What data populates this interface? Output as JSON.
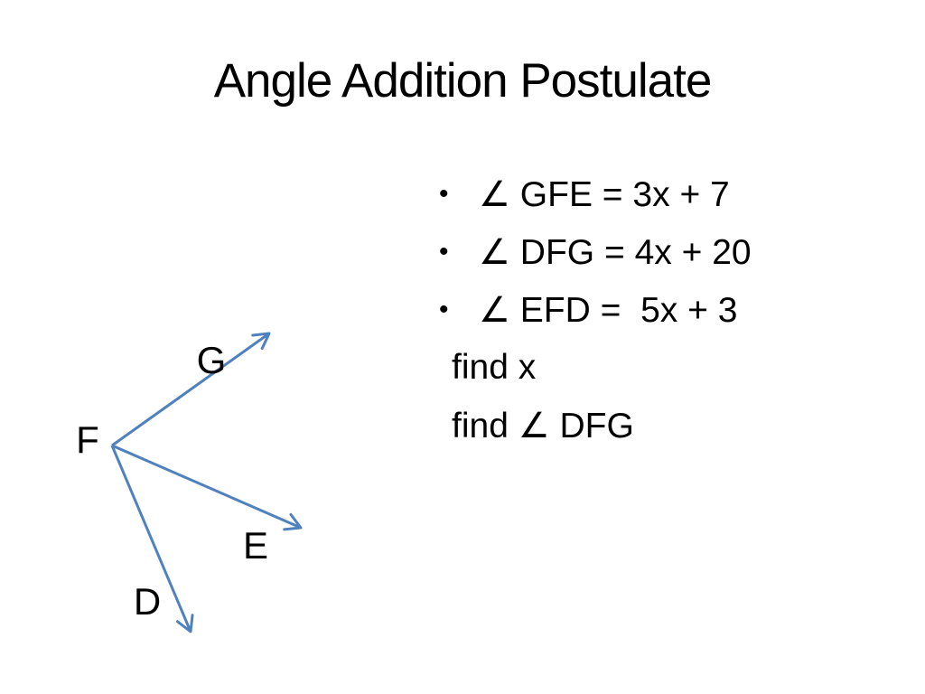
{
  "slide": {
    "title": "Angle Addition Postulate",
    "bullet_char": "•",
    "bullets": [
      {
        "text": "∠ GFE = 3x + 7"
      },
      {
        "text": "∠ DFG = 4x + 20"
      },
      {
        "text": "∠ EFD =  5x + 3"
      }
    ],
    "tasks": [
      {
        "text": "find x"
      },
      {
        "text": "find ∠ DFG"
      }
    ],
    "diagram": {
      "vertex_label": "F",
      "labels": {
        "g": "G",
        "e": "E",
        "d": "D"
      },
      "ray_color": "#4f81bd"
    }
  }
}
